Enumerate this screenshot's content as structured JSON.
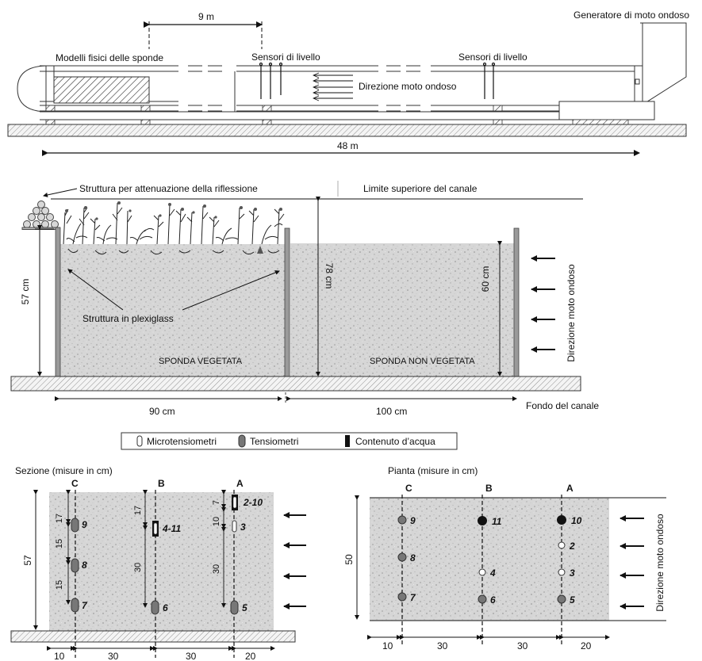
{
  "flume": {
    "distance_label": "9 m",
    "wave_generator": "Generatore di moto ondoso",
    "bank_models": "Modelli fisici delle sponde",
    "level_sensors_1": "Sensori di livello",
    "level_sensors_2": "Sensori di livello",
    "wave_direction": "Direzione moto ondoso",
    "length_label": "48 m"
  },
  "section": {
    "reflection_structure": "Struttura per attenuazione della riflessione",
    "channel_top": "Limite superiore del canale",
    "height_57": "57 cm",
    "height_78": "78 cm",
    "height_60": "60 cm",
    "plexiglass": "Struttura in plexiglass",
    "vegetated": "SPONDA VEGETATA",
    "non_vegetated": "SPONDA NON VEGETATA",
    "wave_direction": "Direzione  moto ondoso",
    "width_90": "90 cm",
    "width_100": "100 cm",
    "channel_bottom": "Fondo del canale"
  },
  "legend": {
    "micro": "Microtensiometri",
    "tensio": "Tensiometri",
    "water": "Contenuto d’acqua"
  },
  "sezione": {
    "title": "Sezione  (misure in cm)",
    "col_c": "C",
    "col_b": "B",
    "col_a": "A",
    "depth_total": "57",
    "c_d1": "17",
    "c_d2": "15",
    "c_d3": "15",
    "b_d1": "17",
    "b_d2": "30",
    "a_d1": "7",
    "a_d2": "10",
    "a_d3": "30",
    "sensors": {
      "s9": "9",
      "s8": "8",
      "s7": "7",
      "s411": "4-11",
      "s6": "6",
      "s210": "2-10",
      "s3": "3",
      "s5": "5"
    },
    "bottom_dims": [
      "10",
      "30",
      "30",
      "20"
    ]
  },
  "pianta": {
    "title": "Pianta  (misure in cm)",
    "col_c": "C",
    "col_b": "B",
    "col_a": "A",
    "width_label": "50",
    "wave_direction": "Direzione moto ondoso",
    "sensors": {
      "p9": "9",
      "p8": "8",
      "p7": "7",
      "p11": "11",
      "p4": "4",
      "p6": "6",
      "p10": "10",
      "p2": "2",
      "p3": "3",
      "p5": "5"
    },
    "bottom_dims": [
      "10",
      "30",
      "30",
      "20"
    ]
  }
}
